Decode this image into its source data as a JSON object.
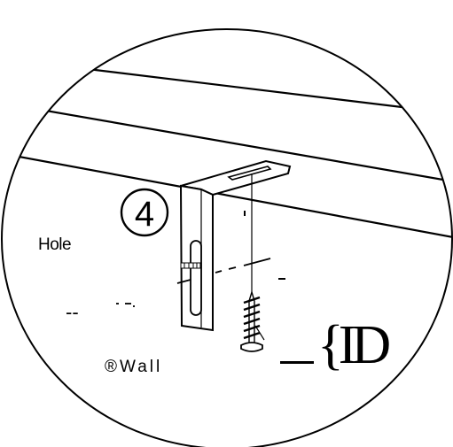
{
  "diagram": {
    "step_number": "4",
    "hole_label": "Hole",
    "wall_label": "®Wall",
    "dashes_label": "--",
    "dot_label": "-",
    "part_id_label": "{ID",
    "colors": {
      "ink": "#000000",
      "paper": "#ffffff"
    }
  }
}
